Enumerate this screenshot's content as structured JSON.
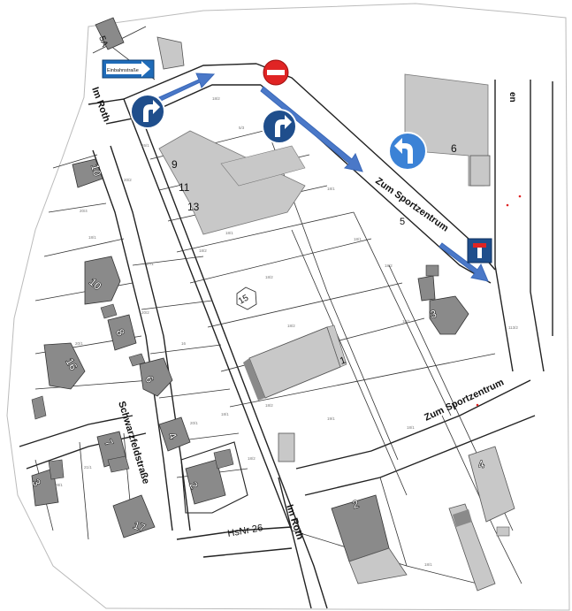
{
  "streets": {
    "im_roth_top": "Im Roth",
    "im_roth_bottom": "Im Roth",
    "zum_sportzentrum_diag": "Zum Sportzentrum",
    "zum_sportzentrum_low": "Zum Sportzentrum",
    "schwarzfeldstrasse": "Schwarzfeldstraße",
    "hsnr": "HsNr 26",
    "edge_label": "en"
  },
  "house_numbers": {
    "n5a": "5A",
    "n10_top": "10",
    "n9": "9",
    "n11": "11",
    "n13": "13",
    "n10_mid": "10",
    "n8": "8",
    "n6_left": "6",
    "n16": "16",
    "n4_left": "4",
    "n2_left": "2",
    "n3_left": "3",
    "n17": "17",
    "n15": "15",
    "n1": "1",
    "n3_right": "3",
    "n5": "5",
    "n6_right": "6",
    "n4_right": "4",
    "n2_bottom": "2",
    "n7_partial": "7"
  },
  "signs": {
    "one_way_text": "Einbahnstraße",
    "no_entry": "no-entry-sign",
    "turn_right_1": "turn-right-sign",
    "turn_right_2": "turn-right-sign",
    "turn_left": "turn-left-sign",
    "dead_end": "dead-end-sign"
  },
  "colors": {
    "sign_blue": "#1f4e8c",
    "arrow_blue": "#4a78c8",
    "no_entry_red": "#e02424",
    "building_grey": "#c8c8c8",
    "dark_grey": "#7a7a7a"
  }
}
